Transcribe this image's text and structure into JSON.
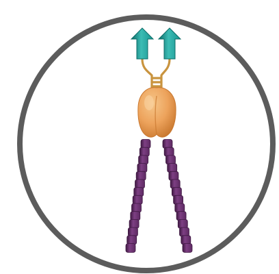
{
  "illustration": {
    "frame": "circle-outline",
    "subject": "receptor-complex",
    "components": [
      {
        "name": "teal-arrow-left",
        "count": 1
      },
      {
        "name": "teal-arrow-right",
        "count": 1
      },
      {
        "name": "linker-ladder",
        "rungs": 3
      },
      {
        "name": "orange-body",
        "lobes": 2
      },
      {
        "name": "purple-chain-left",
        "segments": 14
      },
      {
        "name": "purple-chain-right",
        "segments": 14
      }
    ]
  },
  "colors": {
    "background": "#ffffff",
    "frame": "#5c5c5c",
    "arrow": "#18958f",
    "arrow_light": "#3cbcb5",
    "arrow_dark": "#0d6c67",
    "linker": "#d6a65a",
    "linker_dark": "#a8762f",
    "body": "#eda35c",
    "body_light": "#f6c689",
    "body_dark": "#c9782f",
    "chain": "#5e2a63",
    "chain_light": "#7d3f83",
    "chain_dark": "#3f1942"
  }
}
